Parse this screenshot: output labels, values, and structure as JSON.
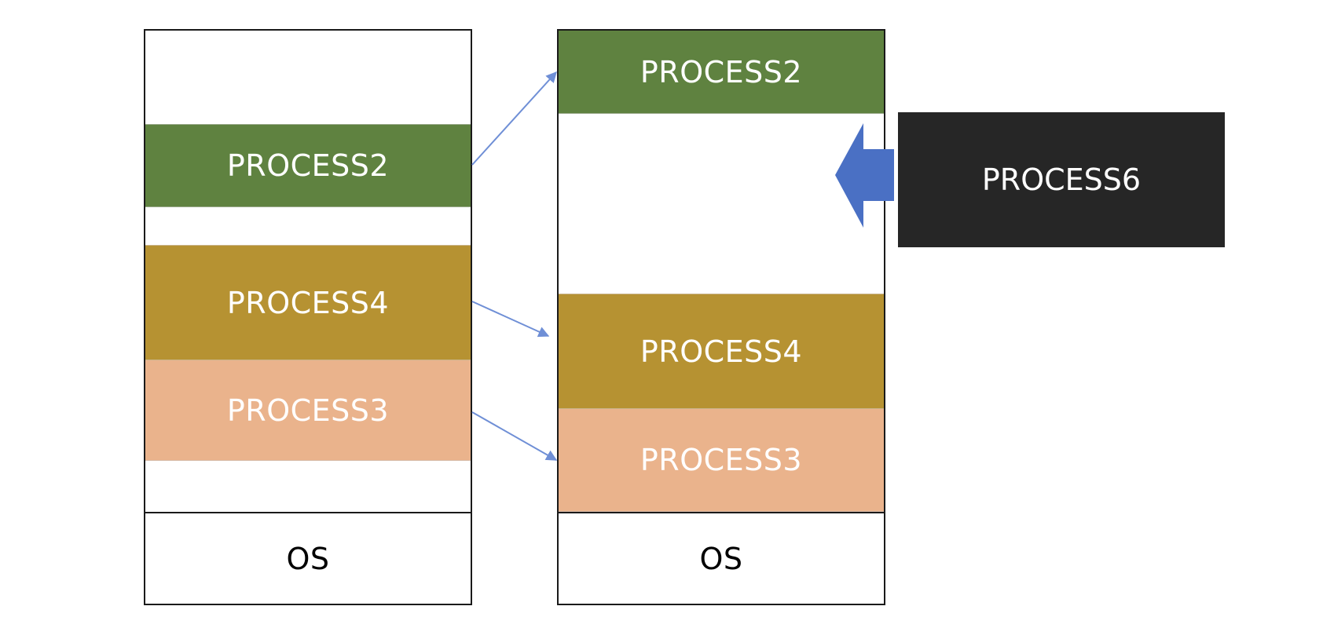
{
  "caption": "· · · · ·",
  "colors": {
    "process2": "#5f8240",
    "process4": "#b69232",
    "process3": "#eab38c",
    "process6": "#262626",
    "arrow": "#6f8fd6",
    "big_arrow": "#4a70c4",
    "border": "#1a1a1a"
  },
  "before": {
    "blocks": [
      {
        "label": "PROCESS2",
        "color": "#5f8240"
      },
      {
        "label": "PROCESS4",
        "color": "#b69232"
      },
      {
        "label": "PROCESS3",
        "color": "#eab38c"
      }
    ],
    "os_label": "OS"
  },
  "after": {
    "blocks": [
      {
        "label": "PROCESS2",
        "color": "#5f8240"
      },
      {
        "label": "PROCESS4",
        "color": "#b69232"
      },
      {
        "label": "PROCESS3",
        "color": "#eab38c"
      }
    ],
    "os_label": "OS"
  },
  "incoming": {
    "label": "PROCESS6",
    "color": "#262626"
  }
}
